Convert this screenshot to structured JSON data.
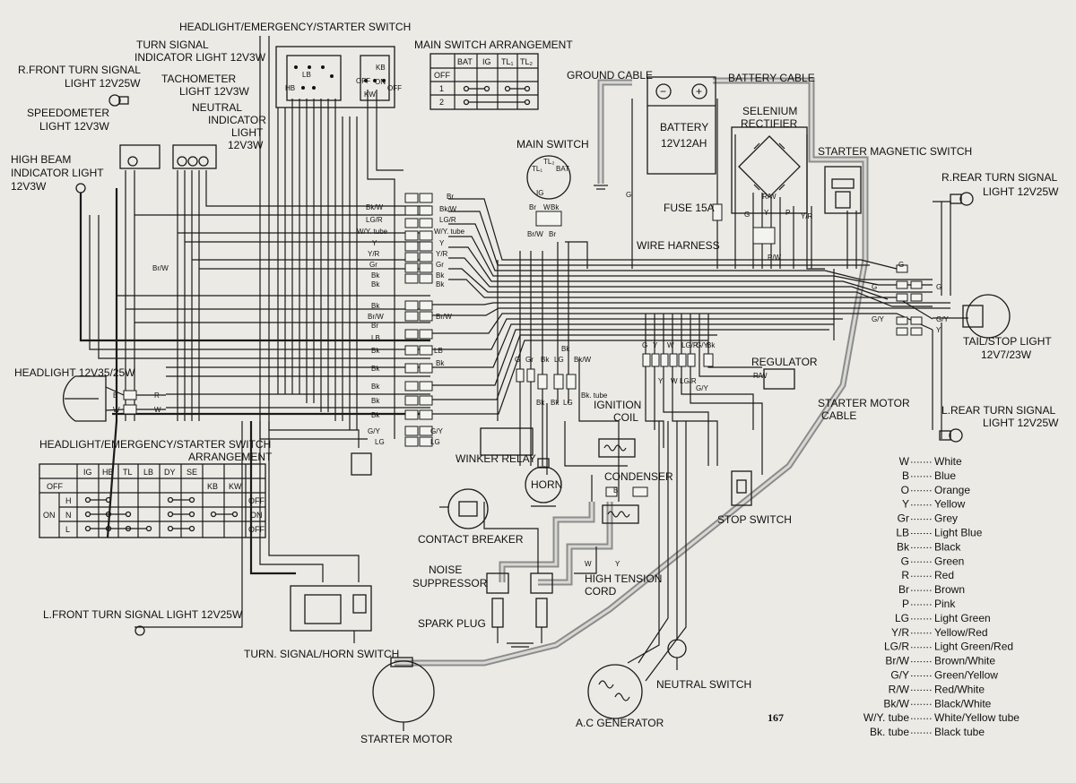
{
  "labels": {
    "headlight_switch": "HEADLIGHT/EMERGENCY/STARTER SWITCH",
    "turn_indicator": [
      "TURN SIGNAL",
      "INDICATOR LIGHT 12V3W"
    ],
    "r_front_turn": [
      "R.FRONT TURN SIGNAL",
      "LIGHT 12V25W"
    ],
    "tachometer": [
      "TACHOMETER",
      "LIGHT 12V3W"
    ],
    "speedometer": [
      "SPEEDOMETER",
      "LIGHT 12V3W"
    ],
    "neutral_indicator": [
      "NEUTRAL",
      "INDICATOR",
      "LIGHT",
      "12V3W"
    ],
    "high_beam": [
      "HIGH BEAM",
      "INDICATOR LIGHT",
      "12V3W"
    ],
    "headlight": "HEADLIGHT 12V35/25W",
    "main_switch_arr": "MAIN SWITCH ARRANGEMENT",
    "ground_cable": "GROUND CABLE",
    "battery_cable": "BATTERY CABLE",
    "battery": [
      "BATTERY",
      "12V12AH"
    ],
    "selenium": [
      "SELENIUM",
      "RECTIFIER"
    ],
    "main_switch": "MAIN SWITCH",
    "starter_magnetic": "STARTER MAGNETIC SWITCH",
    "r_rear_turn": [
      "R.REAR TURN SIGNAL",
      "LIGHT 12V25W"
    ],
    "fuse": "FUSE 15A",
    "wire_harness": "WIRE HARNESS",
    "tail_stop": [
      "TAIL/STOP LIGHT",
      "12V7/23W"
    ],
    "regulator": "REGULATOR",
    "ignition_coil": [
      "IGNITION",
      "COIL"
    ],
    "starter_motor_cable": [
      "STARTER MOTOR",
      "CABLE"
    ],
    "l_rear_turn": [
      "L.REAR TURN SIGNAL",
      "LIGHT 12V25W"
    ],
    "headlight_switch_arr": [
      "HEADLIGHT/EMERGENCY/STARTER SWITCH",
      "ARRANGEMENT"
    ],
    "winker_relay": "WINKER RELAY",
    "horn": "HORN",
    "condenser": "CONDENSER",
    "contact_breaker": "CONTACT BREAKER",
    "stop_switch": "STOP SWITCH",
    "noise_suppressor": [
      "NOISE",
      "SUPPRESSOR"
    ],
    "high_tension": [
      "HIGH TENSION",
      "CORD"
    ],
    "l_front_turn": "L.FRONT TURN SIGNAL LIGHT 12V25W",
    "spark_plug": "SPARK PLUG",
    "turn_horn_switch": "TURN. SIGNAL/HORN SWITCH",
    "neutral_switch": "NEUTRAL SWITCH",
    "ac_generator": "A.C GENERATOR",
    "starter_motor": "STARTER MOTOR",
    "page_number": "167"
  },
  "main_switch_table": {
    "headers": [
      "BAT",
      "IG",
      "TL₁",
      "TL₂"
    ],
    "rows": [
      "OFF",
      "1",
      "2"
    ]
  },
  "hl_switch_table": {
    "headers": [
      "IG",
      "HB",
      "TL",
      "LB",
      "DY",
      "SE",
      "KB",
      "KW"
    ],
    "left": [
      "OFF",
      "ON"
    ],
    "rows": [
      "H",
      "N",
      "L"
    ],
    "right": [
      "OFF",
      "ON",
      "OFF"
    ]
  },
  "battery_terminals": [
    "−",
    "+"
  ],
  "switch_marks": {
    "hb": "HB",
    "lb": "LB",
    "kb": "KB",
    "kw": "KW",
    "off": "OFF",
    "on": "ON",
    "off2": "OFF",
    "tl1": "TL₁",
    "tl2": "TL₂",
    "bat": "BAT",
    "ig": "IG"
  },
  "wire_codes": {
    "harness_left": [
      "Br",
      "Bk/W",
      "Bk/W",
      "LG/R",
      "W/Y. tube",
      "Y",
      "Y/R",
      "Gr",
      "Bk",
      "Bk",
      "Bk"
    ],
    "harness_right": [
      "Br",
      "Bk/W",
      "LG/R",
      "W/Y. tube",
      "Y",
      "Y/R",
      "Gr",
      "Bk",
      "Bk"
    ],
    "harness2_left": [
      "Bk",
      "Br/W",
      "Br",
      "LB",
      "Bk",
      "Bk",
      "Bk",
      "Bk",
      "Bk",
      "Bk"
    ],
    "harness2_right": [
      "Br/W",
      "LB"
    ],
    "bottom_left": [
      "G/Y",
      "LG"
    ],
    "bottom_right": [
      "G/Y",
      "LG"
    ],
    "main_sw": [
      "Br",
      "W",
      "Bk"
    ],
    "main_sw_sub": [
      "Br/W",
      "Br"
    ],
    "headlight": [
      "B",
      "R",
      "W",
      "W"
    ],
    "mid_vertical": [
      "G",
      "Gr",
      "Bk",
      "LG"
    ],
    "mid_vertical2": [
      "Bk",
      "Bk/W"
    ],
    "coil": [
      "Bk",
      "Bk",
      "LG",
      "Bk. tube"
    ],
    "right_vertical": [
      "G",
      "Y",
      "W",
      "LG/R",
      "G/Y",
      "Bk"
    ],
    "right_vertical2": [
      "Y",
      "W",
      "LG/R",
      "G/Y"
    ],
    "tail": [
      "G",
      "G",
      "G",
      "G/Y",
      "G/Y",
      "Y"
    ],
    "rectifier": [
      "R/W",
      "G",
      "Y",
      "P",
      "Y/R",
      "P/W",
      "R/W"
    ],
    "misc": [
      "G",
      "Bk",
      "R/W",
      "Y",
      "Y",
      "W",
      "G",
      "B",
      "Y",
      "Br/W",
      "Br/W",
      "Y/R",
      "P",
      "Bk/W",
      "Gr",
      "Bk",
      "Br/W",
      "Y/R"
    ]
  },
  "legend": [
    {
      "code": "W",
      "name": "White"
    },
    {
      "code": "B",
      "name": "Blue"
    },
    {
      "code": "O",
      "name": "Orange"
    },
    {
      "code": "Y",
      "name": "Yellow"
    },
    {
      "code": "Gr",
      "name": "Grey"
    },
    {
      "code": "LB",
      "name": "Light Blue"
    },
    {
      "code": "Bk",
      "name": "Black"
    },
    {
      "code": "G",
      "name": "Green"
    },
    {
      "code": "R",
      "name": "Red"
    },
    {
      "code": "Br",
      "name": "Brown"
    },
    {
      "code": "P",
      "name": "Pink"
    },
    {
      "code": "LG",
      "name": "Light Green"
    },
    {
      "code": "Y/R",
      "name": "Yellow/Red"
    },
    {
      "code": "LG/R",
      "name": "Light Green/Red"
    },
    {
      "code": "Br/W",
      "name": "Brown/White"
    },
    {
      "code": "G/Y",
      "name": "Green/Yellow"
    },
    {
      "code": "R/W",
      "name": "Red/White"
    },
    {
      "code": "Bk/W",
      "name": "Black/White"
    },
    {
      "code": "W/Y. tube",
      "name": "White/Yellow tube"
    },
    {
      "code": "Bk. tube",
      "name": "Black tube"
    }
  ]
}
